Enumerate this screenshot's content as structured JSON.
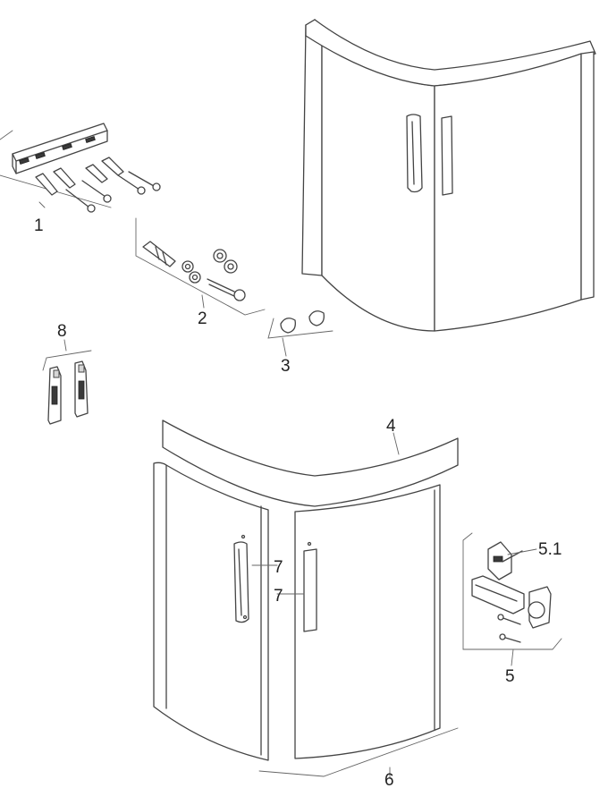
{
  "labels": {
    "p1": "1",
    "p2": "2",
    "p3": "3",
    "p4": "4",
    "p5": "5",
    "p51": "5.1",
    "p6": "6",
    "p7a": "7",
    "p7b": "7",
    "p8": "8"
  }
}
